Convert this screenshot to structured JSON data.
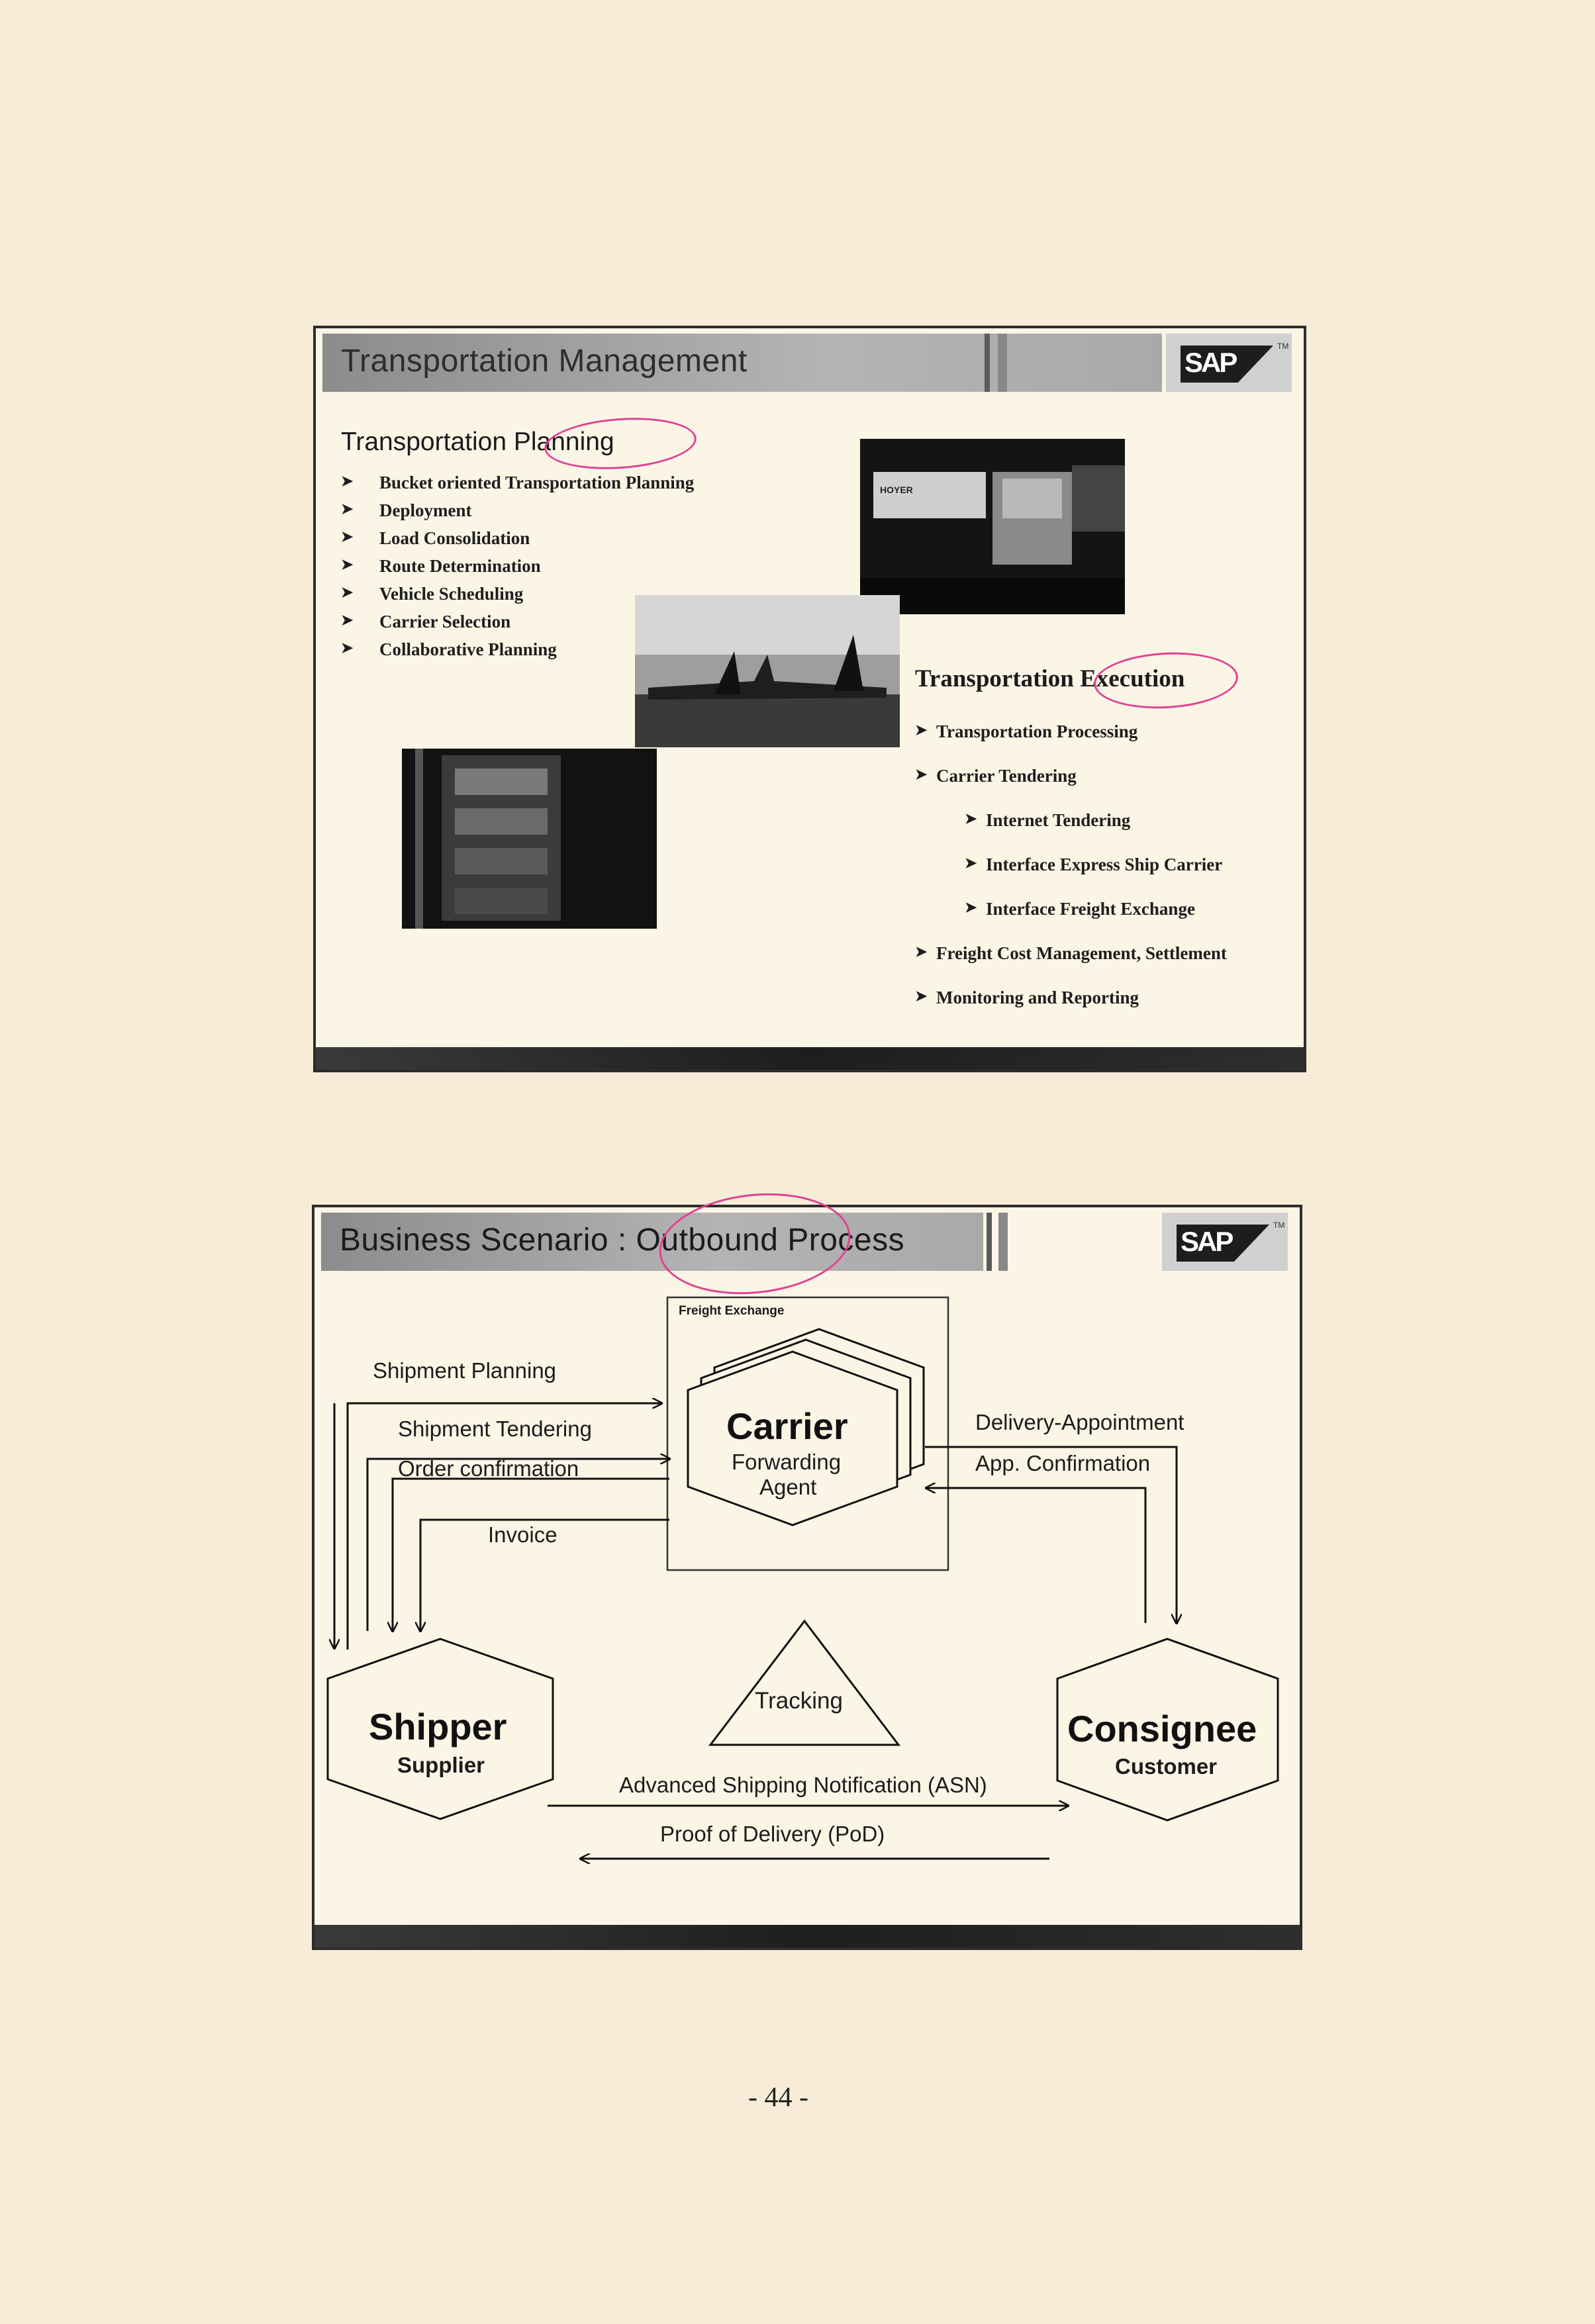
{
  "slide1": {
    "title": "Transportation Management",
    "logo": "SAP",
    "logo_tm": "TM",
    "planning": {
      "heading": "Transportation Planning",
      "items": [
        "Bucket oriented Transportation Planning",
        "Deployment",
        "Load Consolidation",
        "Route Determination",
        "Vehicle Scheduling",
        "Carrier Selection",
        "Collaborative Planning"
      ]
    },
    "execution": {
      "heading": "Transportation Execution",
      "items": [
        "Transportation Processing",
        "Carrier Tendering",
        "Internet Tendering",
        "Interface Express Ship Carrier",
        "Interface Freight Exchange",
        "Freight Cost Management, Settlement",
        "Monitoring and Reporting"
      ]
    },
    "photos": [
      "truck-photo",
      "airport-photo",
      "parking-photo"
    ],
    "photo_text": "HOYER"
  },
  "slide2": {
    "title": "Business Scenario : Outbound Process",
    "logo": "SAP",
    "logo_tm": "TM",
    "freight_exchange_label": "Freight Exchange",
    "carrier": {
      "title": "Carrier",
      "sub1": "Forwarding",
      "sub2": "Agent"
    },
    "shipper": {
      "title": "Shipper",
      "sub": "Supplier"
    },
    "consignee": {
      "title": "Consignee",
      "sub": "Customer"
    },
    "tracking": "Tracking",
    "flows": {
      "shipment_planning": "Shipment Planning",
      "shipment_tendering": "Shipment Tendering",
      "order_confirmation": "Order confirmation",
      "invoice": "Invoice",
      "delivery_appointment": "Delivery-Appointment",
      "app_confirmation": "App. Confirmation",
      "asn": "Advanced Shipping Notification (ASN)",
      "pod": "Proof of Delivery (PoD)"
    }
  },
  "page_number": "- 44 -",
  "colors": {
    "paper": "#f6ecd7",
    "highlight": "#e3418f",
    "bar": "#2c2c2c"
  }
}
